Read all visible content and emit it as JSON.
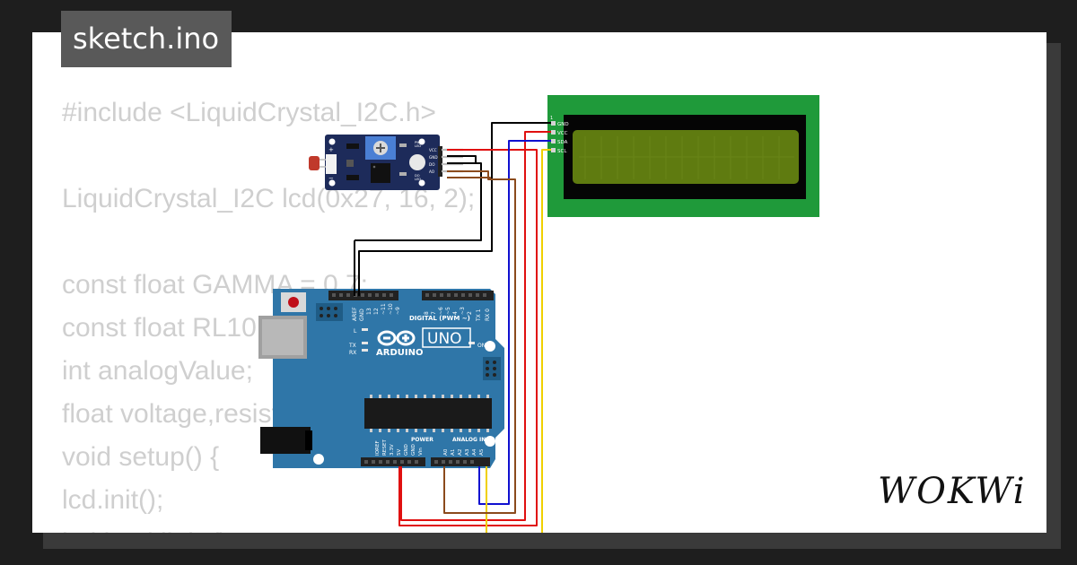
{
  "title": "sketch.ino",
  "brand": "WOKWi",
  "code_lines": [
    "#include <LiquidCrystal_I2C.h>",
    "",
    "LiquidCrystal_I2C lcd(0x27, 16, 2);",
    "",
    "const float GAMMA = 0.7;",
    "const float RL10 = 50;",
    "int analogValue;",
    "float voltage,resistance;",
    "void setup() {",
    "lcd.init();",
    "lcd.backlight();"
  ],
  "lcd": {
    "pin_first": "1",
    "pins": [
      "GND",
      "VCC",
      "SDA",
      "SCL"
    ]
  },
  "sensor": {
    "pins": [
      "VCC",
      "GND",
      "DO",
      "AO"
    ],
    "plus": "+",
    "minus": "−",
    "pwr_led": "PWR",
    "led": "LED",
    "do_led": "DO",
    "do_led2": "LED"
  },
  "arduino": {
    "model": "UNO",
    "brand": "ARDUINO",
    "on": "ON",
    "digital_label": "DIGITAL (PWM ~)",
    "power_label": "POWER",
    "analog_label": "ANALOG IN",
    "led_l": "L",
    "led_tx": "TX",
    "led_rx": "RX",
    "top_pins": [
      "AREF",
      "GND",
      "13",
      "12",
      "~11",
      "~10",
      "~9",
      "8",
      "7",
      "~6",
      "~5",
      "4",
      "~3",
      "2",
      "TX 1",
      "RX 0"
    ],
    "bottom_pins": [
      "IOREF",
      "RESET",
      "3.3V",
      "5V",
      "GND",
      "GND",
      "Vin",
      "A0",
      "A1",
      "A2",
      "A3",
      "A4",
      "A5"
    ]
  },
  "colors": {
    "board": "#2f76a8",
    "lcd_pcb": "#1f9a3a",
    "lcd_screen": "#5f7b10",
    "sensor_pcb": "#1d2b5a",
    "wire_black": "#000000",
    "wire_red": "#e01010",
    "wire_blue": "#1010d0",
    "wire_yellow": "#f0d000",
    "wire_brown": "#8b4a1c"
  }
}
